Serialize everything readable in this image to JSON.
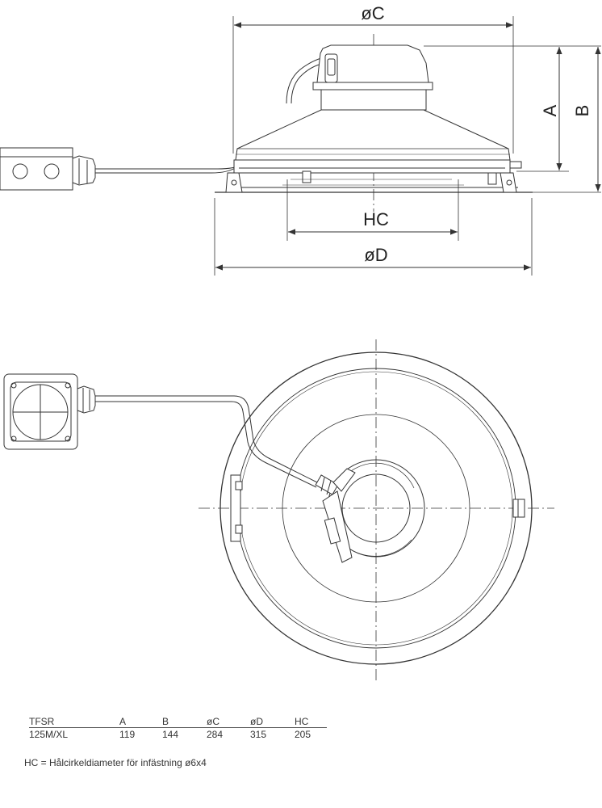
{
  "dimension_labels": {
    "c": "øC",
    "d": "øD",
    "hc": "HC",
    "a": "A",
    "b": "B"
  },
  "table": {
    "headers": [
      "TFSR",
      "A",
      "B",
      "øC",
      "øD",
      "HC"
    ],
    "rows": [
      [
        "125M/XL",
        "119",
        "144",
        "284",
        "315",
        "205"
      ]
    ]
  },
  "footnote": "HC = Hålcirkeldiameter för infästning ø6x4"
}
